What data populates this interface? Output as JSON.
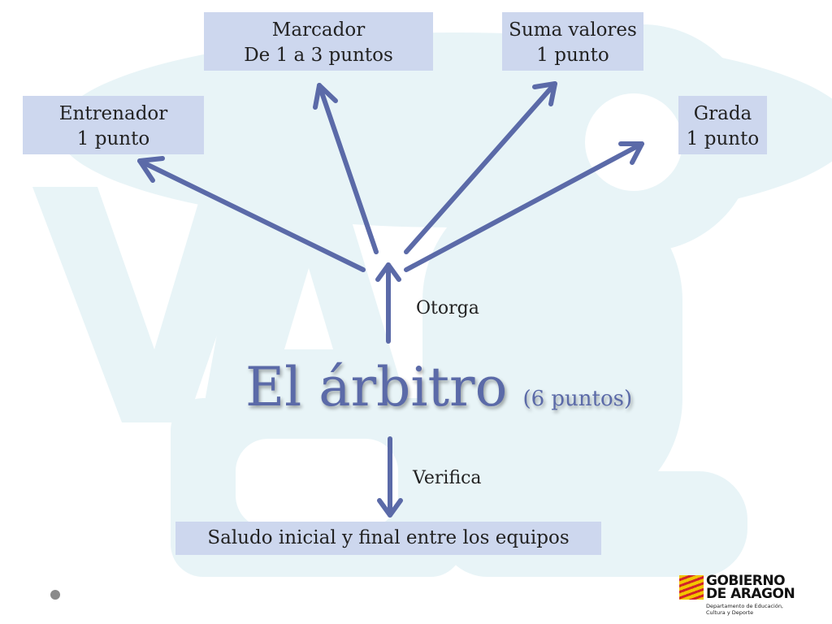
{
  "boxes": {
    "entrenador": {
      "line1": "Entrenador",
      "line2": "1 punto"
    },
    "marcador": {
      "line1": "Marcador",
      "line2": "De 1 a 3 puntos"
    },
    "suma": {
      "line1": "Suma valores",
      "line2": "1 punto"
    },
    "grada": {
      "line1": "Grada",
      "line2": "1 punto"
    },
    "saludo": {
      "text": "Saludo inicial y final entre los equipos"
    }
  },
  "labels": {
    "otorga": "Otorga",
    "verifica": "Verifica"
  },
  "title": {
    "main": "El árbitro",
    "sub": "(6 puntos)"
  },
  "logo": {
    "line1": "GOBIERNO",
    "line2": "DE ARAGON",
    "line3": "Departamento de Educación, Cultura y Deporte"
  },
  "colors": {
    "box_fill": "#cdd7ee",
    "arrow": "#5b6aa8",
    "watermark": "#e7f3f6",
    "title": "#5b6aa8"
  }
}
